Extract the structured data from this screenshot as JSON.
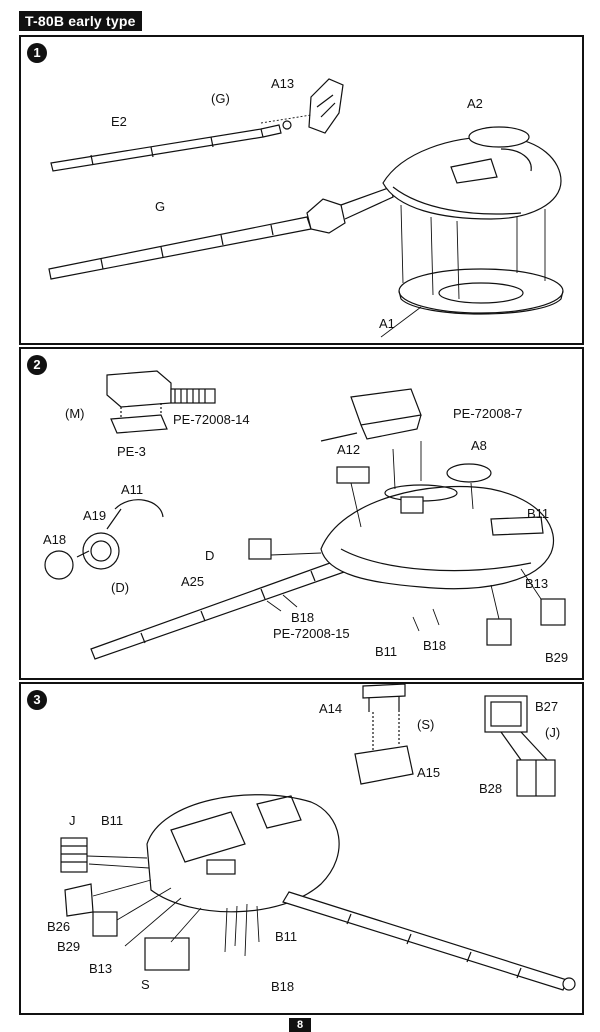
{
  "header": {
    "title": "T-80B  early type"
  },
  "steps": [
    {
      "number": "1",
      "labels": {
        "a13": "A13",
        "g_paren": "(G)",
        "a2": "A2",
        "e2": "E2",
        "g": "G",
        "a1": "A1"
      }
    },
    {
      "number": "2",
      "labels": {
        "m": "(M)",
        "pe14": "PE-72008-14",
        "pe3": "PE-3",
        "pe7": "PE-72008-7",
        "a12": "A12",
        "a8": "A8",
        "a11": "A11",
        "a19": "A19",
        "a18": "A18",
        "d_paren": "(D)",
        "b11a": "B11",
        "d": "D",
        "a25": "A25",
        "b13": "B13",
        "b18a": "B18",
        "pe15": "PE-72008-15",
        "b11b": "B11",
        "b18b": "B18",
        "b29": "B29"
      }
    },
    {
      "number": "3",
      "labels": {
        "a14": "A14",
        "s_paren": "(S)",
        "a15": "A15",
        "b27": "B27",
        "j_paren": "(J)",
        "b28": "B28",
        "j": "J",
        "b11a": "B11",
        "b26": "B26",
        "b29": "B29",
        "b13": "B13",
        "s": "S",
        "b11b": "B11",
        "b18": "B18"
      }
    }
  ],
  "footer": {
    "page": "8"
  }
}
